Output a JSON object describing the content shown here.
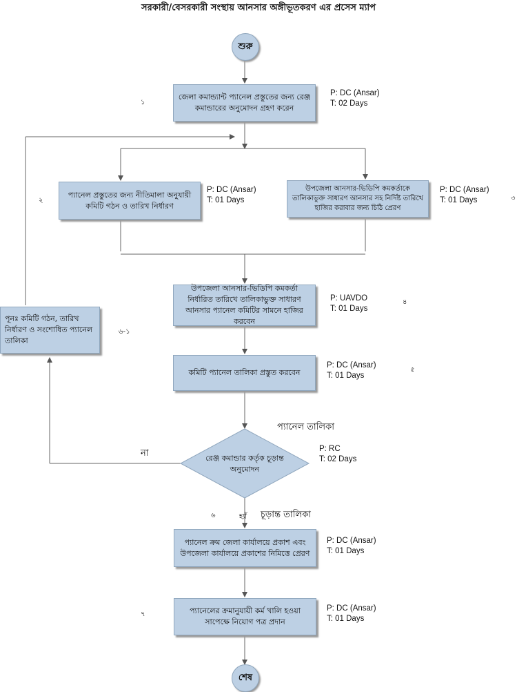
{
  "title": "সরকারী/বেসরকারী সংস্থায় আনসার অঙ্গীভূতকরণ এর প্রসেস ম্যাপ",
  "start": "শুরু",
  "end": "শেষ",
  "steps": {
    "s1": {
      "text": "জেলা কমান্ড্যান্ট প্যানেল প্রস্তুতের জন্য রেঞ্জ কমান্ডারের অনুমোদন গ্রহণ করেন",
      "p": "P: DC (Ansar)",
      "t": "T: 02 Days",
      "num": "১"
    },
    "s2": {
      "text": "প্যানেল প্রস্তুতের জন্য নীতিমালা অনুযায়ী কমিটি গঠন ও তারিখ নির্ধারণ",
      "p": "P: DC (Ansar)",
      "t": "T: 01 Days",
      "num": "২"
    },
    "s3": {
      "text": "উপজেলা আনসার-ভিডিপি কমকর্তাকে তালিকাভুক্ত সাধারণ আনসার সহ নির্দিষ্ট তারিখে হাজির করাবার জন্য চিঠি প্রেরণ",
      "p": "P: DC (Ansar)",
      "t": "T: 01 Days",
      "num": "৩"
    },
    "s4": {
      "text": "উপজেলা আনসার-ভিডিপি কমকর্তা নির্ধারিত তারিখে তালিকাভুক্ত সাধারণ আনসার প্যানেল কমিটির সামনে হাজির করবেন",
      "p": "P: UAVDO",
      "t": "T: 01 Days",
      "num": "৪"
    },
    "s5": {
      "text": "কমিটি প্যানেল তালিকা প্রস্তুত করবেন",
      "p": "P: DC (Ansar)",
      "t": "T: 01 Days",
      "num": "৫"
    },
    "decision": {
      "text": "রেঞ্জ কমান্ডার কর্তৃক চূড়ান্ত অনুমোদন",
      "p": "P: RC",
      "t": "T: 02 Days",
      "num": "৬"
    },
    "redo": {
      "text": "পূনঃ কমিটি গঠন, তারিখ নির্ধারণ ও সংশোধিত প্যানেল তালিকা",
      "num": "৬-১"
    },
    "s6": {
      "text": "প্যানেল ক্রম জেলা কার্যালয়ে প্রকাশ এবং উপজেলা কার্যালয়ে প্রকাশের নিমিত্তে প্রেরণ",
      "p": "P: DC (Ansar)",
      "t": "T: 01 Days"
    },
    "s7": {
      "text": "প্যানেলের ক্রমানুযায়ী কর্ম খালি হওয়া সাপেক্ষে নিয়োগ পত্র প্রদান",
      "p": "P: DC (Ansar)",
      "t": "T: 01 Days",
      "num": "৭"
    }
  },
  "labels": {
    "panel_list": "প্যানেল তালিকা",
    "final_list": "চূড়ান্ত তালিকা",
    "no": "না",
    "yes": "হ্যাঁ"
  }
}
